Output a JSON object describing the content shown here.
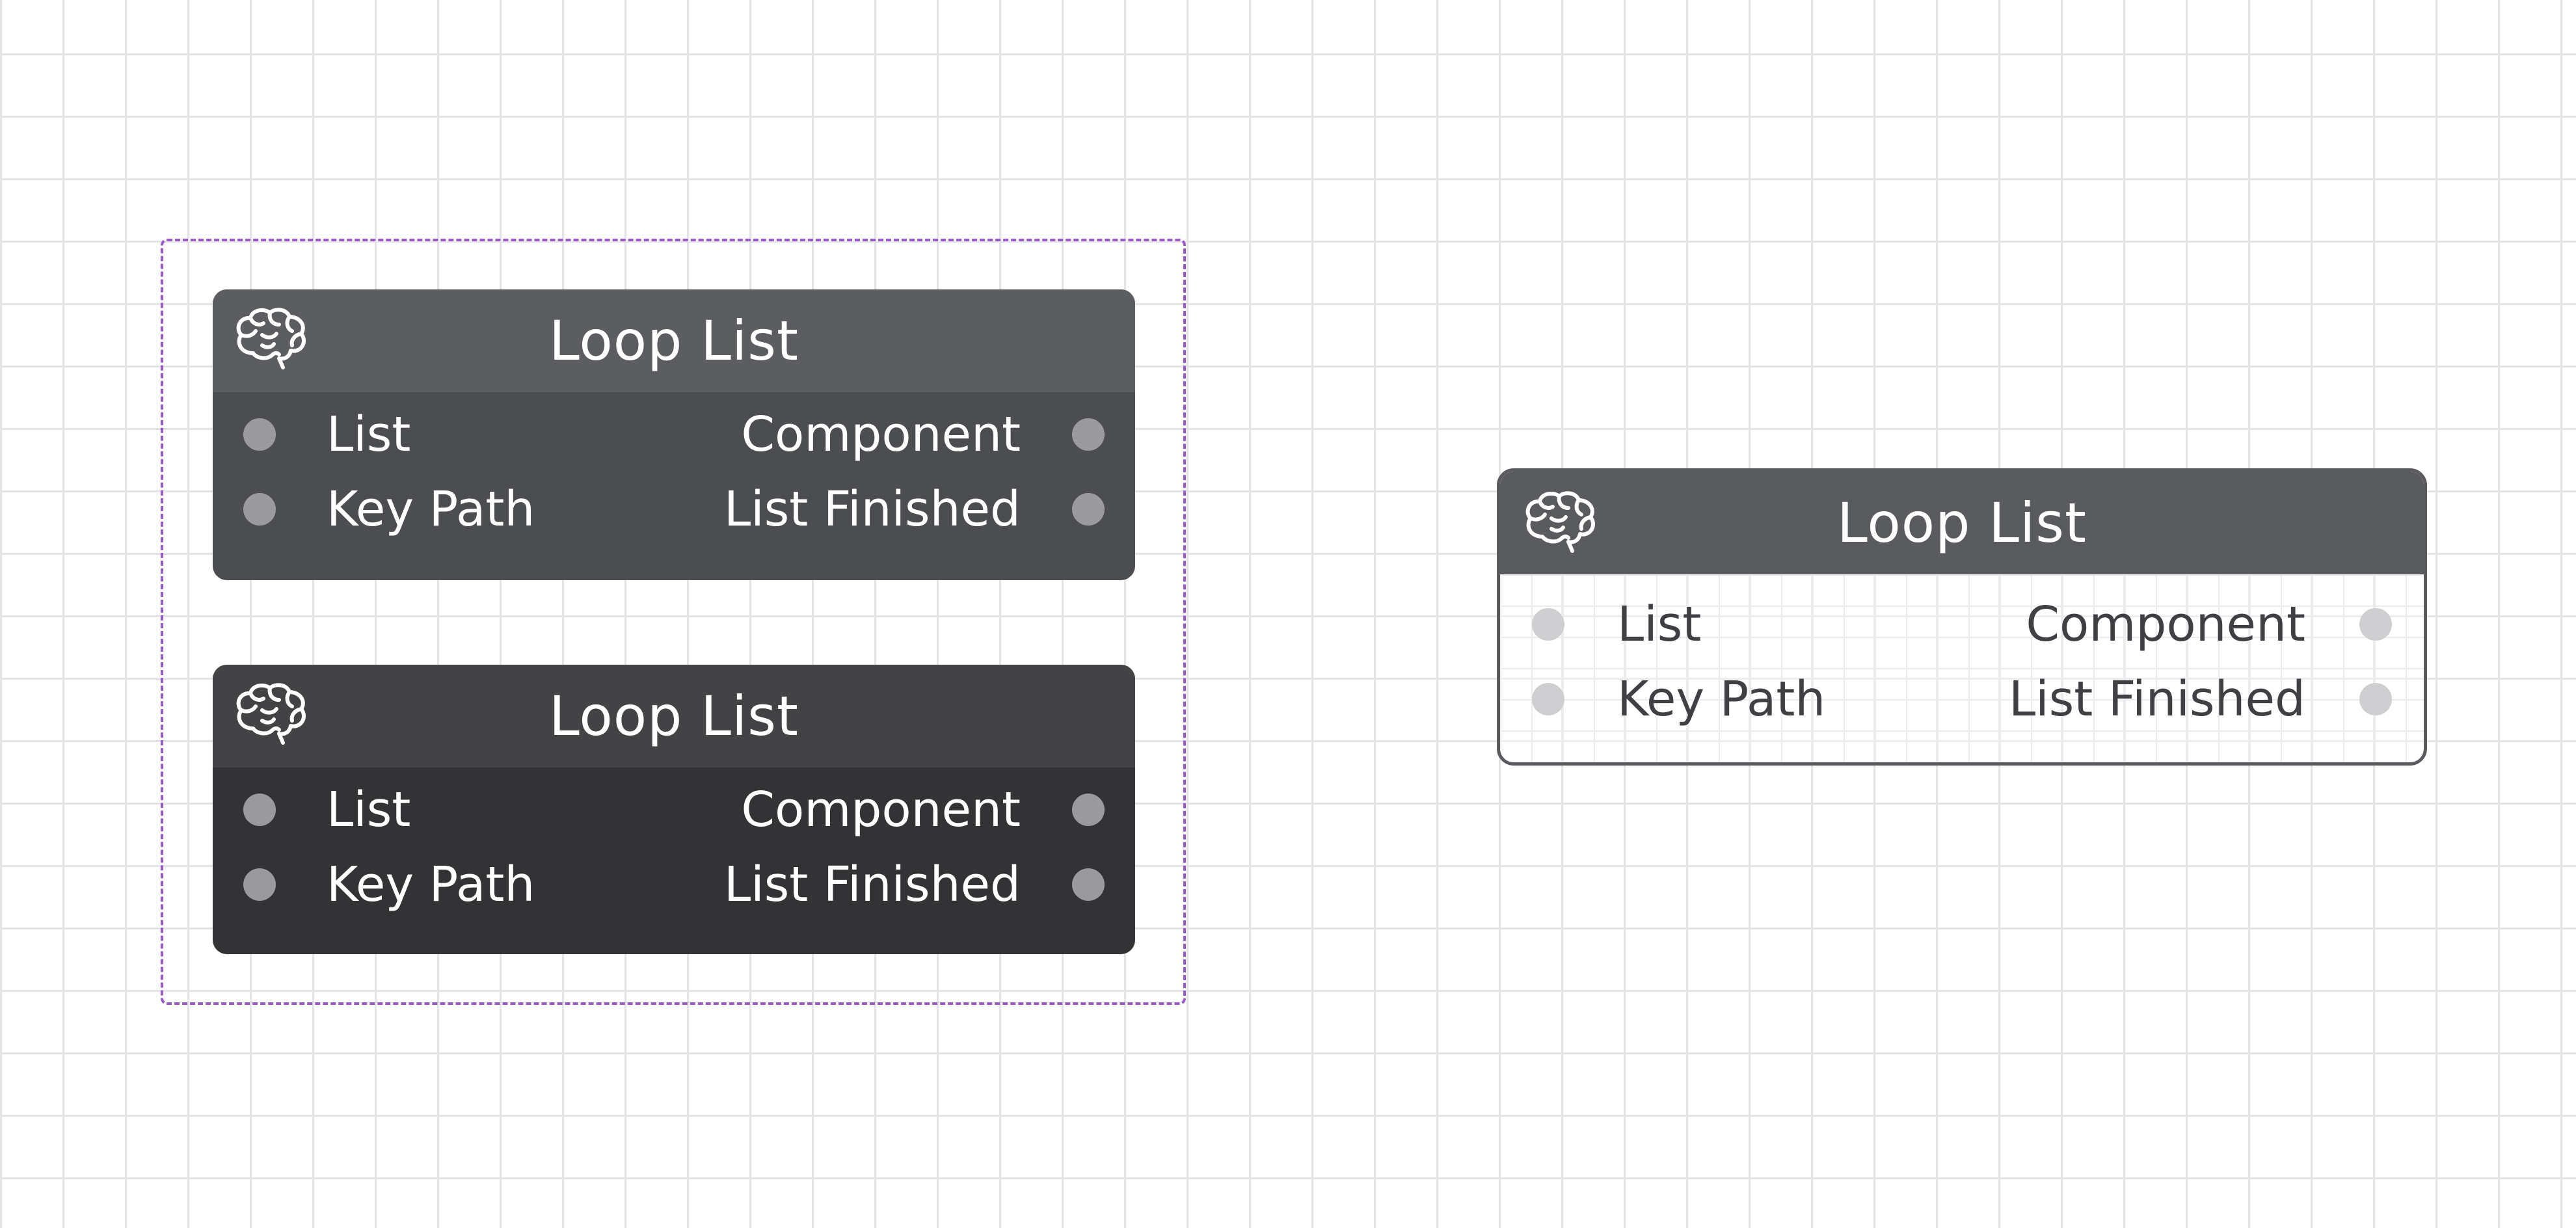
{
  "canvas": {
    "grid_color": "#e4e4e6",
    "background_color": "#ffffff",
    "selection_color": "#9b58c9"
  },
  "nodes": [
    {
      "title": "Loop List",
      "icon": "brain-icon",
      "inputs": [
        "List",
        "Key Path"
      ],
      "outputs": [
        "Component",
        "List Finished"
      ],
      "state": "selected"
    },
    {
      "title": "Loop List",
      "icon": "brain-icon",
      "inputs": [
        "List",
        "Key Path"
      ],
      "outputs": [
        "Component",
        "List Finished"
      ],
      "state": "selected-dark"
    },
    {
      "title": "Loop List",
      "icon": "brain-icon",
      "inputs": [
        "List",
        "Key Path"
      ],
      "outputs": [
        "Component",
        "List Finished"
      ],
      "state": "outline"
    }
  ]
}
